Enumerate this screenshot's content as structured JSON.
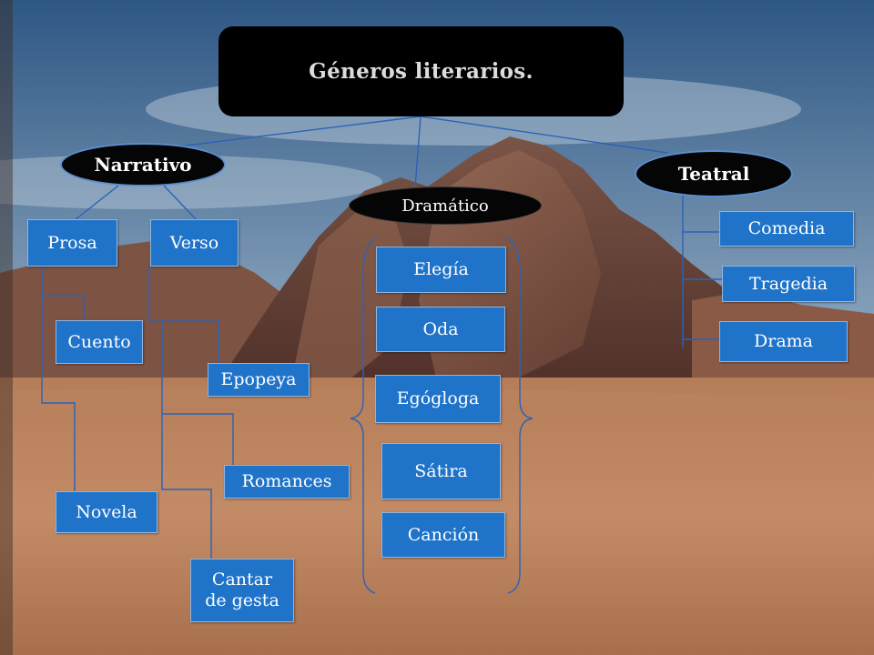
{
  "title": "Géneros literarios.",
  "categories": {
    "narrativo": "Narrativo",
    "dramatico": "Dramático",
    "teatral": "Teatral"
  },
  "narrativo": {
    "prosa": "Prosa",
    "verso": "Verso",
    "cuento": "Cuento",
    "novela": "Novela",
    "epopeya": "Epopeya",
    "romances": "Romances",
    "cantar_de_gesta": "Cantar de gesta"
  },
  "dramatico": {
    "items": [
      "Elegía",
      "Oda",
      "Egógloga",
      "Sátira",
      "Canción"
    ]
  },
  "teatral": {
    "items": [
      "Comedia",
      "Tragedia",
      "Drama"
    ]
  },
  "colors": {
    "box": "#1f73c9",
    "oval": "#050505",
    "connector": "#2b62b8",
    "title_text": "#dcdcdc"
  }
}
